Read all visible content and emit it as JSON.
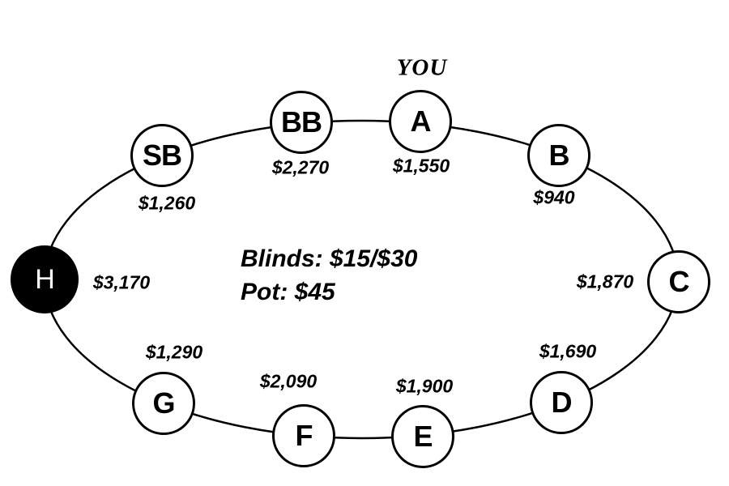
{
  "diagram": {
    "kind": "poker-table-seating-diagram",
    "you_label": "YOU",
    "center_info": {
      "blinds": "Blinds: $15/$30",
      "pot": "Pot: $45"
    },
    "seats": [
      {
        "id": "SB",
        "label": "SB",
        "stack": "$1,260",
        "filled": false
      },
      {
        "id": "BB",
        "label": "BB",
        "stack": "$2,270",
        "filled": false
      },
      {
        "id": "A",
        "label": "A",
        "stack": "$1,550",
        "filled": false,
        "is_you": true
      },
      {
        "id": "B",
        "label": "B",
        "stack": "$940",
        "filled": false
      },
      {
        "id": "C",
        "label": "C",
        "stack": "$1,870",
        "filled": false
      },
      {
        "id": "D",
        "label": "D",
        "stack": "$1,690",
        "filled": false
      },
      {
        "id": "E",
        "label": "E",
        "stack": "$1,900",
        "filled": false
      },
      {
        "id": "F",
        "label": "F",
        "stack": "$2,090",
        "filled": false
      },
      {
        "id": "G",
        "label": "G",
        "stack": "$1,290",
        "filled": false
      },
      {
        "id": "H",
        "label": "H",
        "stack": "$3,170",
        "filled": true
      }
    ],
    "colors": {
      "line": "#000000",
      "seat_fill": "#ffffff",
      "filled_seat_fill": "#000000",
      "filled_seat_text": "#ffffff",
      "text": "#000000",
      "background": "#ffffff"
    }
  }
}
